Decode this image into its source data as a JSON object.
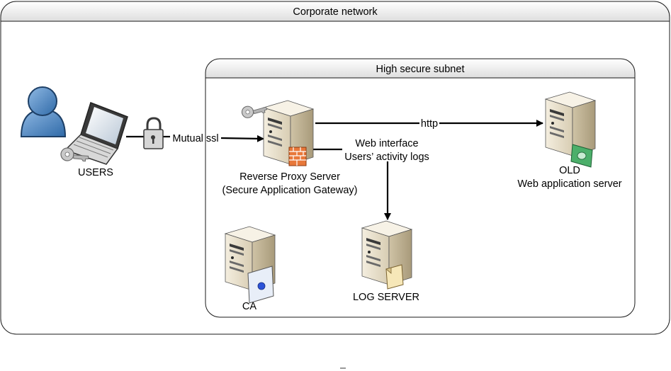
{
  "containers": {
    "corporate_network": "Corporate network",
    "high_secure_subnet": "High secure subnet"
  },
  "nodes": {
    "users": "USERS",
    "reverse_proxy_line1": "Reverse Proxy Server",
    "reverse_proxy_line2": "(Secure Application Gateway)",
    "web_server_line1": "OLD",
    "web_server_line2": "Web application server",
    "ca": "CA",
    "log_server": "LOG SERVER"
  },
  "edges": {
    "mutual_ssl": "Mutual ssl",
    "http": "http",
    "web_interface": "Web interface",
    "activity_logs": "Users’ activity logs"
  },
  "icons": {
    "user": "user-icon",
    "laptop": "laptop-icon",
    "key": "key-icon",
    "padlock": "padlock-icon",
    "server": "server-icon",
    "firewall": "firewall-icon",
    "money": "money-icon",
    "certificate": "certificate-icon",
    "document": "document-icon"
  },
  "colors": {
    "container_header_top": "#ffffff",
    "container_header_bottom": "#e0e0e0",
    "container_border": "#1a1a1a",
    "user_blue": "#4a86c5",
    "server_beige": "#e6dcc6",
    "firewall_orange": "#e8783a",
    "money_green": "#3a9a5a"
  }
}
